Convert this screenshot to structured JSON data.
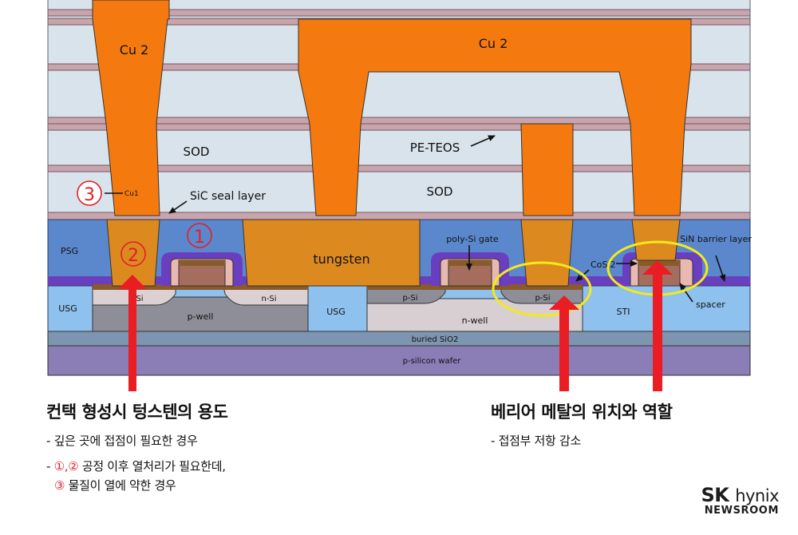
{
  "layers": {
    "cu2_left": "Cu 2",
    "cu2_right": "Cu 2",
    "sod_upper": "SOD",
    "pe_teos": "PE-TEOS",
    "sod_lower": "SOD",
    "sic_seal": "SiC seal layer",
    "cu1": "Cu1",
    "psg": "PSG",
    "tungsten": "tungsten",
    "poly_si_gate": "poly-Si gate",
    "sin_barrier": "SiN barrier layer",
    "cosi2": "CoSi2",
    "spacer": "spacer",
    "usg_left": "USG",
    "usg_mid": "USG",
    "sti": "STI",
    "nsi_left": "n-Si",
    "nsi_right": "n-Si",
    "psi_left": "p-Si",
    "psi_right": "p-Si",
    "p_well": "p-well",
    "n_well": "n-well",
    "buried_sio2": "buried SiO2",
    "p_silicon_wafer": "p-silicon wafer"
  },
  "markers": {
    "one": "1",
    "two": "2",
    "three": "3"
  },
  "captions": {
    "left": {
      "title": "컨택 형성시 텅스텐의 용도",
      "b1": "- 깊은 곳에 접점이 필요한 경우",
      "b2_prefix": "- ",
      "b2_m1": "①",
      "b2_sep": ",",
      "b2_m2": "②",
      "b2_text": " 공정 이후 열처리가 필요한데,",
      "b3_m3": "③",
      "b3_text": " 물질이 열에 약한 경우"
    },
    "right": {
      "title": "베리어 메탈의 위치와 역할",
      "b1": "- 접점부 저항 감소"
    }
  },
  "brand": {
    "sk": "SK",
    "hynix": "hynix",
    "newsroom": "NEWSROOM"
  },
  "colors": {
    "cu2": "#f47a10",
    "cu1_contact": "#dc8a1f",
    "dielectric": "#d8e3eb",
    "etch_stop": "#c9a4ac",
    "psg": "#5b88cc",
    "usg_sti": "#8ec1ee",
    "barrier_purple": "#6a3fbf",
    "gate_brown": "#a56d5d",
    "well": "#8d8e98",
    "buried_oxide": "#7d95b1",
    "wafer": "#8b7db5",
    "arrow_red": "#ea1d24",
    "highlight_yellow": "#f3ea19",
    "marker_red": "#e0202a"
  }
}
